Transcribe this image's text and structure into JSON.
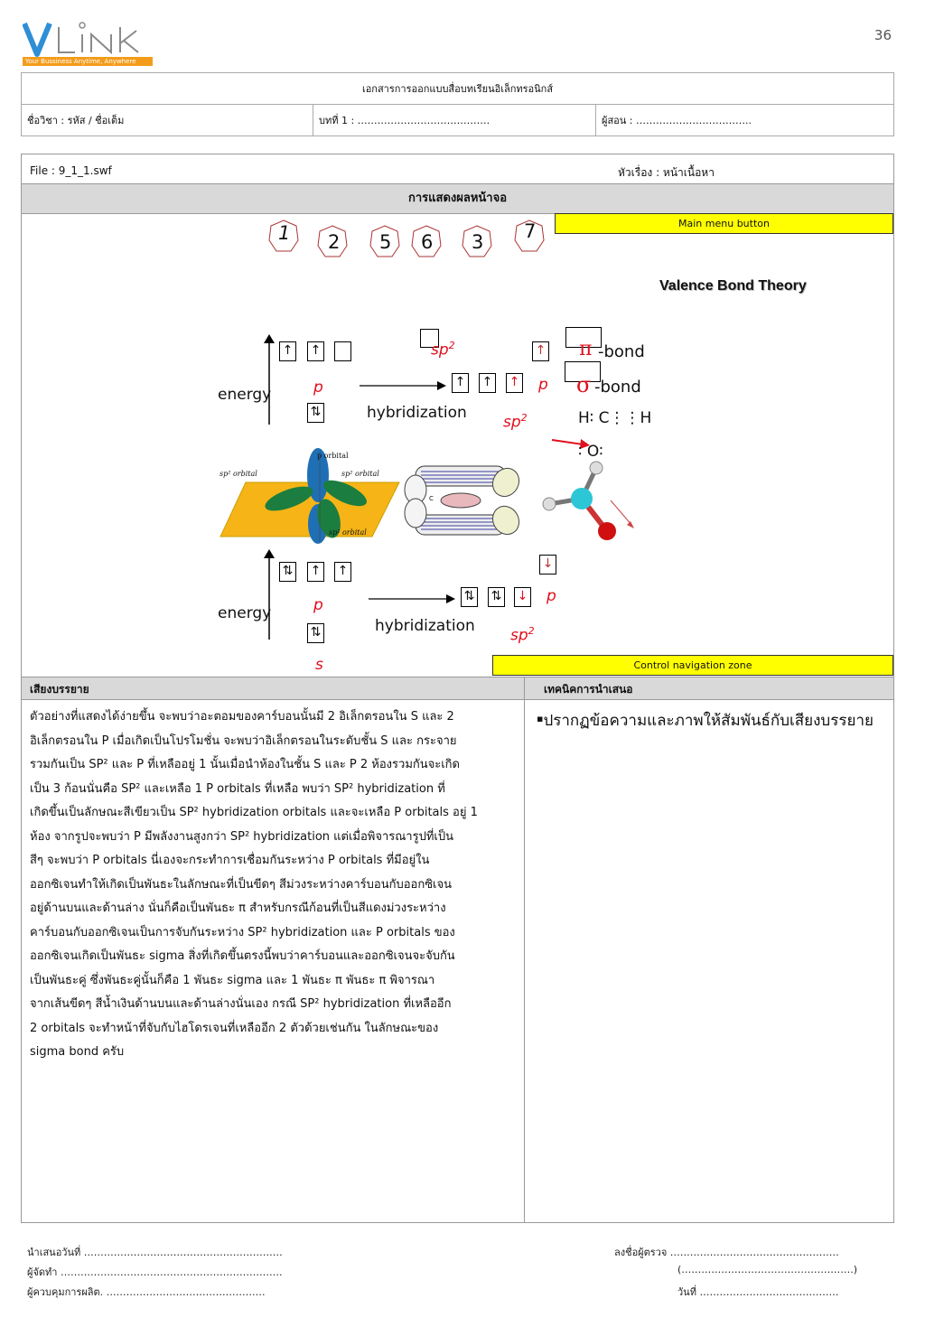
{
  "page_number": "36",
  "logo": {
    "text": "VLINK",
    "tagline": "Your Bussiness Anytime, Anywhere"
  },
  "header": {
    "doc_title": "เอกสารการออกแบบสื่อบทเรียนอิเล็กทรอนิกส์",
    "subject_label": "ชื่อวิชา :  รหัส / ชื่อเต็ม",
    "chapter_label": "บทที่  1 :  ………………………………….",
    "instructor_label": "ผู้สอน :   …………………………….."
  },
  "file_row": {
    "file_label": "File :  9_1_1.swf",
    "topic_label": "หัวเรื่อง :   หน้าเนื้อหา"
  },
  "screen_section_title": "การแสดงผลหน้าจอ",
  "screen": {
    "badges": [
      "1",
      "2",
      "5",
      "6",
      "3",
      "7"
    ],
    "main_menu_label": "Main menu button",
    "control_zone_label": "Control navigation zone",
    "title": "Valence Bond Theory",
    "energy": "energy",
    "hybridization": "hybridization",
    "p": "p",
    "s": "s",
    "sp2": "sp",
    "sq": "2",
    "pi_symbol": "π",
    "pi_bond": "-bond",
    "sigma_symbol": "σ",
    "sigma_bond": "-bond",
    "formula_hc": "H∶ C⋮⋮H",
    "formula_o": "∶ O∶",
    "diagram_labels": {
      "p_orbital": "p orbital",
      "sp2_orbital_left": "sp² orbital",
      "sp2_orbital_right": "sp² orbital",
      "sp2_orbital_bottom": "sp² orbital",
      "c_letter": "C"
    }
  },
  "narration": {
    "heading": "เสียงบรรยาย",
    "lines": [
      "ตัวอย่างที่แสดงได้ง่ายขึ้น จะพบว่าอะตอมของคาร์บอนนั้นมี 2 อิเล็กตรอนใน S และ 2",
      "อิเล็กตรอนใน P เมื่อเกิดเป็นโปรโมชั่น จะพบว่าอิเล็กตรอนในระดับชั้น S และ กระจาย",
      "รวมกันเป็น SP² และ P ที่เหลืออยู่ 1 นั้นเมื่อนำห้องในชั้น S และ P  2 ห้องรวมกันจะเกิด",
      "เป็น 3 ก้อนนั่นคือ SP² และเหลือ 1 P orbitals ที่เหลือ  พบว่า SP² hybridization ที่",
      "เกิดขึ้นเป็นลักษณะสีเขียวเป็น SP² hybridization orbitals และจะเหลือ P orbitals อยู่ 1",
      "ห้อง  จากรูปจะพบว่า P มีพลังงานสูงกว่า SP² hybridization  แต่เมื่อพิจารณารูปที่เป็น",
      "สีๆ จะพบว่า P orbitals นี่เองจะกระทำการเชื่อมกันระหว่าง P orbitals ที่มีอยู่ใน",
      "ออกซิเจนทำให้เกิดเป็นพันธะในลักษณะที่เป็นขีดๆ สีม่วงระหว่างคาร์บอนกับออกซิเจน",
      "อยู่ด้านบนและด้านล่าง นั่นก็คือเป็นพันธะ π   สำหรับกรณีก้อนที่เป็นสีแดงม่วงระหว่าง",
      "คาร์บอนกับออกซิเจนเป็นการจับกันระหว่าง SP² hybridization และ P orbitals ของ",
      "ออกซิเจนเกิดเป็นพันธะ sigma สิ่งที่เกิดขึ้นตรงนี้พบว่าคาร์บอนและออกซิเจนจะจับกัน",
      "เป็นพันธะคู่ ซึ่งพันธะคู่นั้นก็คือ 1 พันธะ sigma และ 1 พันธะ π   พันธะ π พิจารณา",
      "จากเส้นขีดๆ สีน้ำเงินด้านบนและด้านล่างนั่นเอง   กรณี SP² hybridization ที่เหลืออีก",
      "2 orbitals จะทำหน้าที่จับกับไฮโดรเจนที่เหลืออีก 2 ตัวด้วยเช่นกัน ในลักษณะของ",
      "sigma bond ครับ"
    ]
  },
  "technique": {
    "heading": "เทคนิคการนำเสนอ",
    "bullet": "▪",
    "text": "ปรากฏข้อความและภาพให้สัมพันธ์กับเสียงบรรยาย"
  },
  "footer": {
    "present_date": "นำเสนอวันที่ ……………………………………………………",
    "author": "ผู้จัดทำ ………………………………………………………….",
    "producer": "ผู้ควบคุมการผลิต. …………………………………………",
    "checker": "ลงชื่อผู้ตรวจ ……………………………………………",
    "checker_paren": "(…………………………………………….)",
    "checker_date": "วันที่ ……………………………………"
  }
}
